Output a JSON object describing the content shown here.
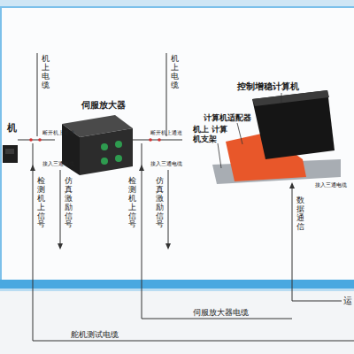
{
  "diagram": {
    "nodes": [
      {
        "text": [
          "机"
        ]
      },
      {
        "text": [
          "伺服放大器"
        ]
      },
      {
        "text": [
          "控制增稳计算机"
        ]
      },
      {
        "text": [
          "计算机适配器"
        ]
      },
      {
        "text": [
          "机上 计算机支架"
        ]
      }
    ],
    "labels": [
      "机上电缆",
      "断开机上通道",
      "接入三通电缆",
      "检测机上信号",
      "仿真激励信号",
      "机上电缆",
      "断开机上通道",
      "接入三通电缆",
      "检测机上信号",
      "仿真激励信号",
      "接入三通电缆",
      "数据通信",
      "伺服放大器电缆",
      "舵机测试电缆",
      "运"
    ]
  }
}
